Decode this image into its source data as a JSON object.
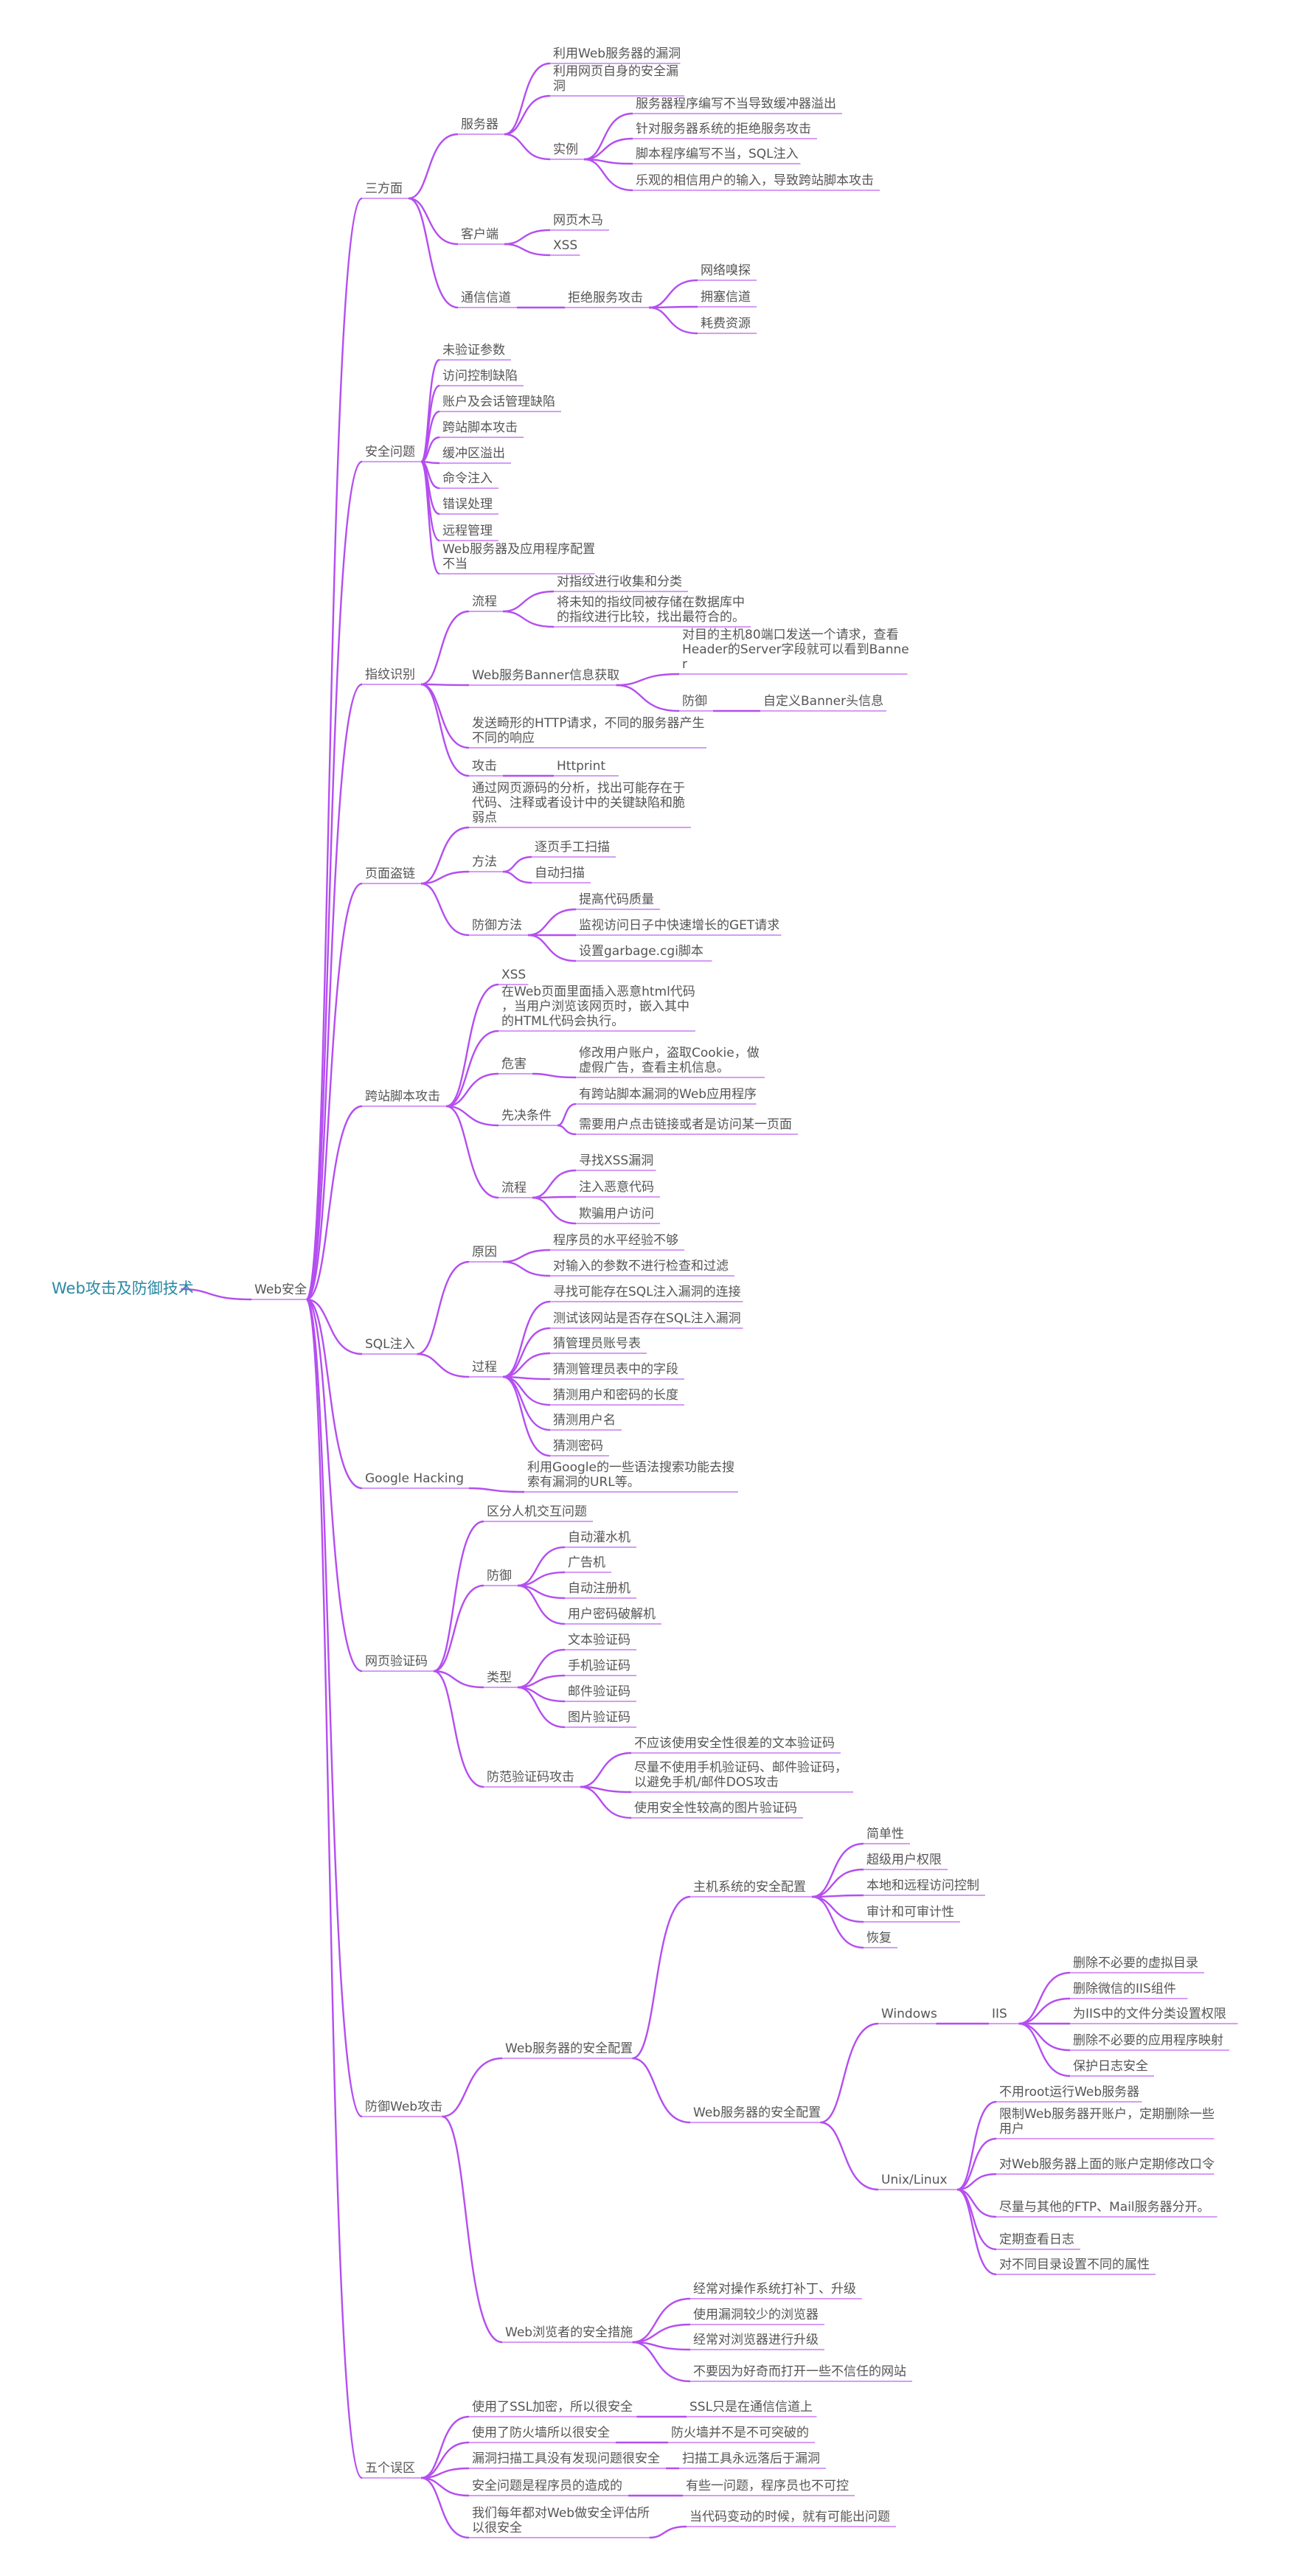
{
  "mindmap": {
    "label": "Web攻击及防御技术",
    "children": [
      {
        "label": "Web安全",
        "children": [
          {
            "label": "三方面",
            "children": [
              {
                "label": "服务器",
                "children": [
                  {
                    "label": "利用Web服务器的漏洞"
                  },
                  {
                    "label": "利用网页自身的安全漏洞"
                  },
                  {
                    "label": "实例",
                    "children": [
                      {
                        "label": "服务器程序编写不当导致缓冲器溢出"
                      },
                      {
                        "label": "针对服务器系统的拒绝服务攻击"
                      },
                      {
                        "label": "脚本程序编写不当，SQL注入"
                      },
                      {
                        "label": "乐观的相信用户的输入，导致跨站脚本攻击"
                      }
                    ]
                  }
                ]
              },
              {
                "label": "客户端",
                "children": [
                  {
                    "label": "网页木马"
                  },
                  {
                    "label": "XSS"
                  }
                ]
              },
              {
                "label": "通信信道",
                "children": [
                  {
                    "label": "拒绝服务攻击",
                    "children": [
                      {
                        "label": "网络嗅探"
                      },
                      {
                        "label": "拥塞信道"
                      },
                      {
                        "label": "耗费资源"
                      }
                    ]
                  }
                ]
              }
            ]
          },
          {
            "label": "安全问题",
            "children": [
              {
                "label": "未验证参数"
              },
              {
                "label": "访问控制缺陷"
              },
              {
                "label": "账户及会话管理缺陷"
              },
              {
                "label": "跨站脚本攻击"
              },
              {
                "label": "缓冲区溢出"
              },
              {
                "label": "命令注入"
              },
              {
                "label": "错误处理"
              },
              {
                "label": "远程管理"
              },
              {
                "label": "Web服务器及应用程序配置不当"
              }
            ]
          },
          {
            "label": "指纹识别",
            "children": [
              {
                "label": "流程",
                "children": [
                  {
                    "label": "对指纹进行收集和分类"
                  },
                  {
                    "label": "将未知的指纹同被存储在数据库中的指纹进行比较，找出最符合的。"
                  }
                ]
              },
              {
                "label": "Web服务Banner信息获取",
                "children": [
                  {
                    "label": "对目的主机80端口发送一个请求，查看Header的Server字段就可以看到Banner"
                  },
                  {
                    "label": "防御",
                    "children": [
                      {
                        "label": "自定义Banner头信息"
                      }
                    ]
                  }
                ]
              },
              {
                "label": "发送畸形的HTTP请求，不同的服务器产生不同的响应"
              },
              {
                "label": "攻击",
                "children": [
                  {
                    "label": "Httprint"
                  }
                ]
              }
            ]
          },
          {
            "label": "页面盗链",
            "children": [
              {
                "label": "通过网页源码的分析，找出可能存在于代码、注释或者设计中的关键缺陷和脆弱点"
              },
              {
                "label": "方法",
                "children": [
                  {
                    "label": "逐页手工扫描"
                  },
                  {
                    "label": "自动扫描"
                  }
                ]
              },
              {
                "label": "防御方法",
                "children": [
                  {
                    "label": "提高代码质量"
                  },
                  {
                    "label": "监视访问日子中快速增长的GET请求"
                  },
                  {
                    "label": "设置garbage.cgi脚本"
                  }
                ]
              }
            ]
          },
          {
            "label": "跨站脚本攻击",
            "children": [
              {
                "label": "XSS"
              },
              {
                "label": "在Web页面里面插入恶意html代码，当用户浏览该网页时，嵌入其中的HTML代码会执行。"
              },
              {
                "label": "危害",
                "children": [
                  {
                    "label": "修改用户账户，盗取Cookie，做虚假广告，查看主机信息。"
                  }
                ]
              },
              {
                "label": "先决条件",
                "children": [
                  {
                    "label": "有跨站脚本漏洞的Web应用程序"
                  },
                  {
                    "label": "需要用户点击链接或者是访问某一页面"
                  }
                ]
              },
              {
                "label": "流程",
                "children": [
                  {
                    "label": "寻找XSS漏洞"
                  },
                  {
                    "label": "注入恶意代码"
                  },
                  {
                    "label": "欺骗用户访问"
                  }
                ]
              }
            ]
          },
          {
            "label": "SQL注入",
            "children": [
              {
                "label": "原因",
                "children": [
                  {
                    "label": "程序员的水平经验不够"
                  },
                  {
                    "label": "对输入的参数不进行检查和过滤"
                  }
                ]
              },
              {
                "label": "过程",
                "children": [
                  {
                    "label": "寻找可能存在SQL注入漏洞的连接"
                  },
                  {
                    "label": "测试该网站是否存在SQL注入漏洞"
                  },
                  {
                    "label": "猜管理员账号表"
                  },
                  {
                    "label": "猜测管理员表中的字段"
                  },
                  {
                    "label": "猜测用户和密码的长度"
                  },
                  {
                    "label": "猜测用户名"
                  },
                  {
                    "label": "猜测密码"
                  }
                ]
              }
            ]
          },
          {
            "label": "Google Hacking",
            "children": [
              {
                "label": "利用Google的一些语法搜索功能去搜索有漏洞的URL等。"
              }
            ]
          },
          {
            "label": "网页验证码",
            "children": [
              {
                "label": "区分人机交互问题"
              },
              {
                "label": "防御",
                "children": [
                  {
                    "label": "自动灌水机"
                  },
                  {
                    "label": "广告机"
                  },
                  {
                    "label": "自动注册机"
                  },
                  {
                    "label": "用户密码破解机"
                  }
                ]
              },
              {
                "label": "类型",
                "children": [
                  {
                    "label": "文本验证码"
                  },
                  {
                    "label": "手机验证码"
                  },
                  {
                    "label": "邮件验证码"
                  },
                  {
                    "label": "图片验证码"
                  }
                ]
              },
              {
                "label": "防范验证码攻击",
                "children": [
                  {
                    "label": "不应该使用安全性很差的文本验证码"
                  },
                  {
                    "label": "尽量不使用手机验证码、邮件验证码，以避免手机/邮件DOS攻击"
                  },
                  {
                    "label": "使用安全性较高的图片验证码"
                  }
                ]
              }
            ]
          },
          {
            "label": "防御Web攻击",
            "children": [
              {
                "label": "Web服务器的安全配置",
                "children": [
                  {
                    "label": "主机系统的安全配置",
                    "children": [
                      {
                        "label": "简单性"
                      },
                      {
                        "label": "超级用户权限"
                      },
                      {
                        "label": "本地和远程访问控制"
                      },
                      {
                        "label": "审计和可审计性"
                      },
                      {
                        "label": "恢复"
                      }
                    ]
                  },
                  {
                    "label": "Web服务器的安全配置",
                    "children": [
                      {
                        "label": "Windows",
                        "children": [
                          {
                            "label": "IIS",
                            "children": [
                              {
                                "label": "删除不必要的虚拟目录"
                              },
                              {
                                "label": "删除微信的IIS组件"
                              },
                              {
                                "label": "为IIS中的文件分类设置权限"
                              },
                              {
                                "label": "删除不必要的应用程序映射"
                              },
                              {
                                "label": "保护日志安全"
                              }
                            ]
                          }
                        ]
                      },
                      {
                        "label": "Unix/Linux",
                        "children": [
                          {
                            "label": "不用root运行Web服务器"
                          },
                          {
                            "label": "限制Web服务器开账户，定期删除一些用户"
                          },
                          {
                            "label": "对Web服务器上面的账户定期修改口令"
                          },
                          {
                            "label": "尽量与其他的FTP、Mail服务器分开。"
                          },
                          {
                            "label": "定期查看日志"
                          },
                          {
                            "label": "对不同目录设置不同的属性"
                          }
                        ]
                      }
                    ]
                  }
                ]
              },
              {
                "label": "Web浏览者的安全措施",
                "children": [
                  {
                    "label": "经常对操作系统打补丁、升级"
                  },
                  {
                    "label": "使用漏洞较少的浏览器"
                  },
                  {
                    "label": "经常对浏览器进行升级"
                  },
                  {
                    "label": "不要因为好奇而打开一些不信任的网站"
                  }
                ]
              }
            ]
          },
          {
            "label": "五个误区",
            "children": [
              {
                "label": "使用了SSL加密，所以很安全",
                "children": [
                  {
                    "label": "SSL只是在通信信道上"
                  }
                ]
              },
              {
                "label": "使用了防火墙所以很安全",
                "children": [
                  {
                    "label": "防火墙并不是不可突破的"
                  }
                ]
              },
              {
                "label": "漏洞扫描工具没有发现问题很安全",
                "children": [
                  {
                    "label": "扫描工具永远落后于漏洞"
                  }
                ]
              },
              {
                "label": "安全问题是程序员的造成的",
                "children": [
                  {
                    "label": "有些一问题，程序员也不可控"
                  }
                ]
              },
              {
                "label": "我们每年都对Web做安全评估所以很安全",
                "children": [
                  {
                    "label": "当代码变动的时候，就有可能出问题"
                  }
                ]
              }
            ]
          }
        ]
      }
    ]
  }
}
